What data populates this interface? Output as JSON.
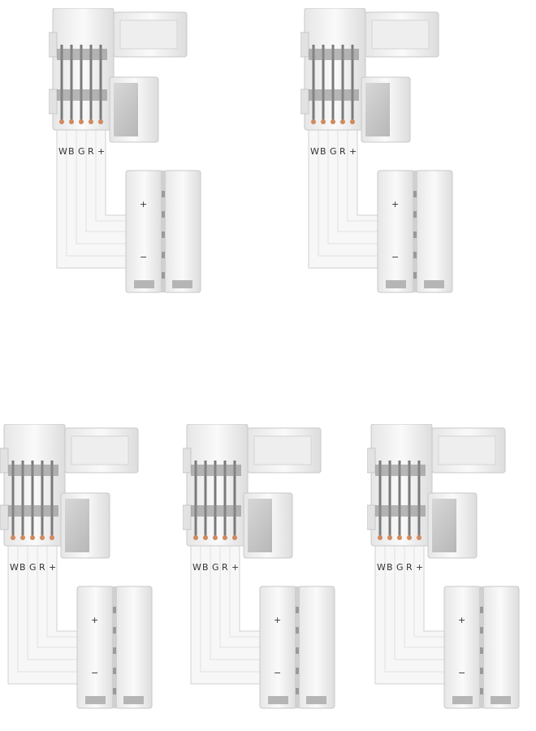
{
  "product": {
    "connectors": [
      {
        "id": "connector-1"
      },
      {
        "id": "connector-2"
      },
      {
        "id": "connector-3"
      },
      {
        "id": "connector-4"
      },
      {
        "id": "connector-5"
      }
    ],
    "pin_labels": [
      "W",
      "B",
      "G",
      "R",
      "+"
    ],
    "polarity_marks": {
      "plus": "+",
      "minus": "−"
    }
  },
  "colors": {
    "background": "#ffffff",
    "plastic": "#f4f4f4",
    "plastic_shadow": "#d9d9d9",
    "contact_metal": "#8a8a8a",
    "contact_copper": "#d08a5f",
    "ribbon": "#f7f7f7"
  }
}
